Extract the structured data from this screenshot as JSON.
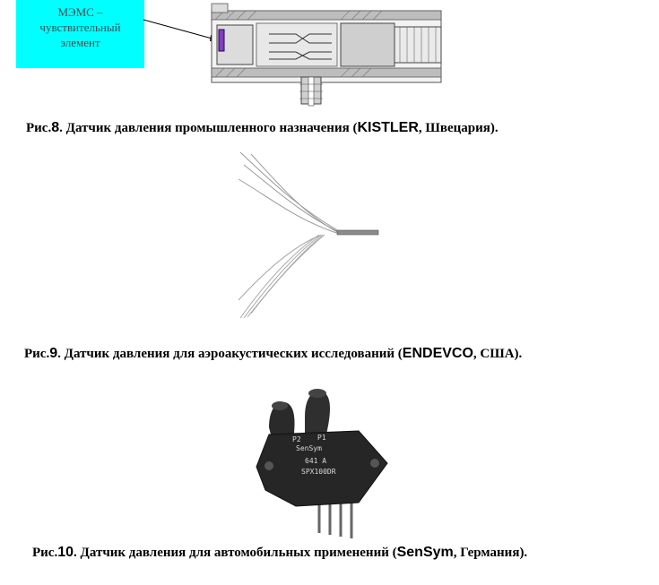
{
  "callout": {
    "line1": "МЭМС –",
    "line2": "чувствительный",
    "line3": "элемент"
  },
  "figures": [
    {
      "prefix": "Рис.",
      "num": "8",
      "text_before": ". Датчик давления промышленного назначения (",
      "brand": "KISTLER",
      "text_after": ", Швецария)."
    },
    {
      "prefix": "Рис.",
      "num": "9",
      "text_before": ". Датчик давления для аэроакустических исследований (",
      "brand": "ENDEVCO",
      "text_after": ", США)."
    },
    {
      "prefix": "Рис.",
      "num": "10",
      "text_before": ". Датчик давления для автомобильных применений (",
      "brand": "SenSym",
      "text_after": ", Германия)."
    }
  ],
  "sensor_markings": {
    "port_p2": "P2",
    "port_p1": "P1",
    "maker": "SenSym",
    "model": "641 A",
    "part": "SPX100DR"
  },
  "colors": {
    "callout_bg": "#00ffff",
    "mems_element": "#8040c0"
  }
}
